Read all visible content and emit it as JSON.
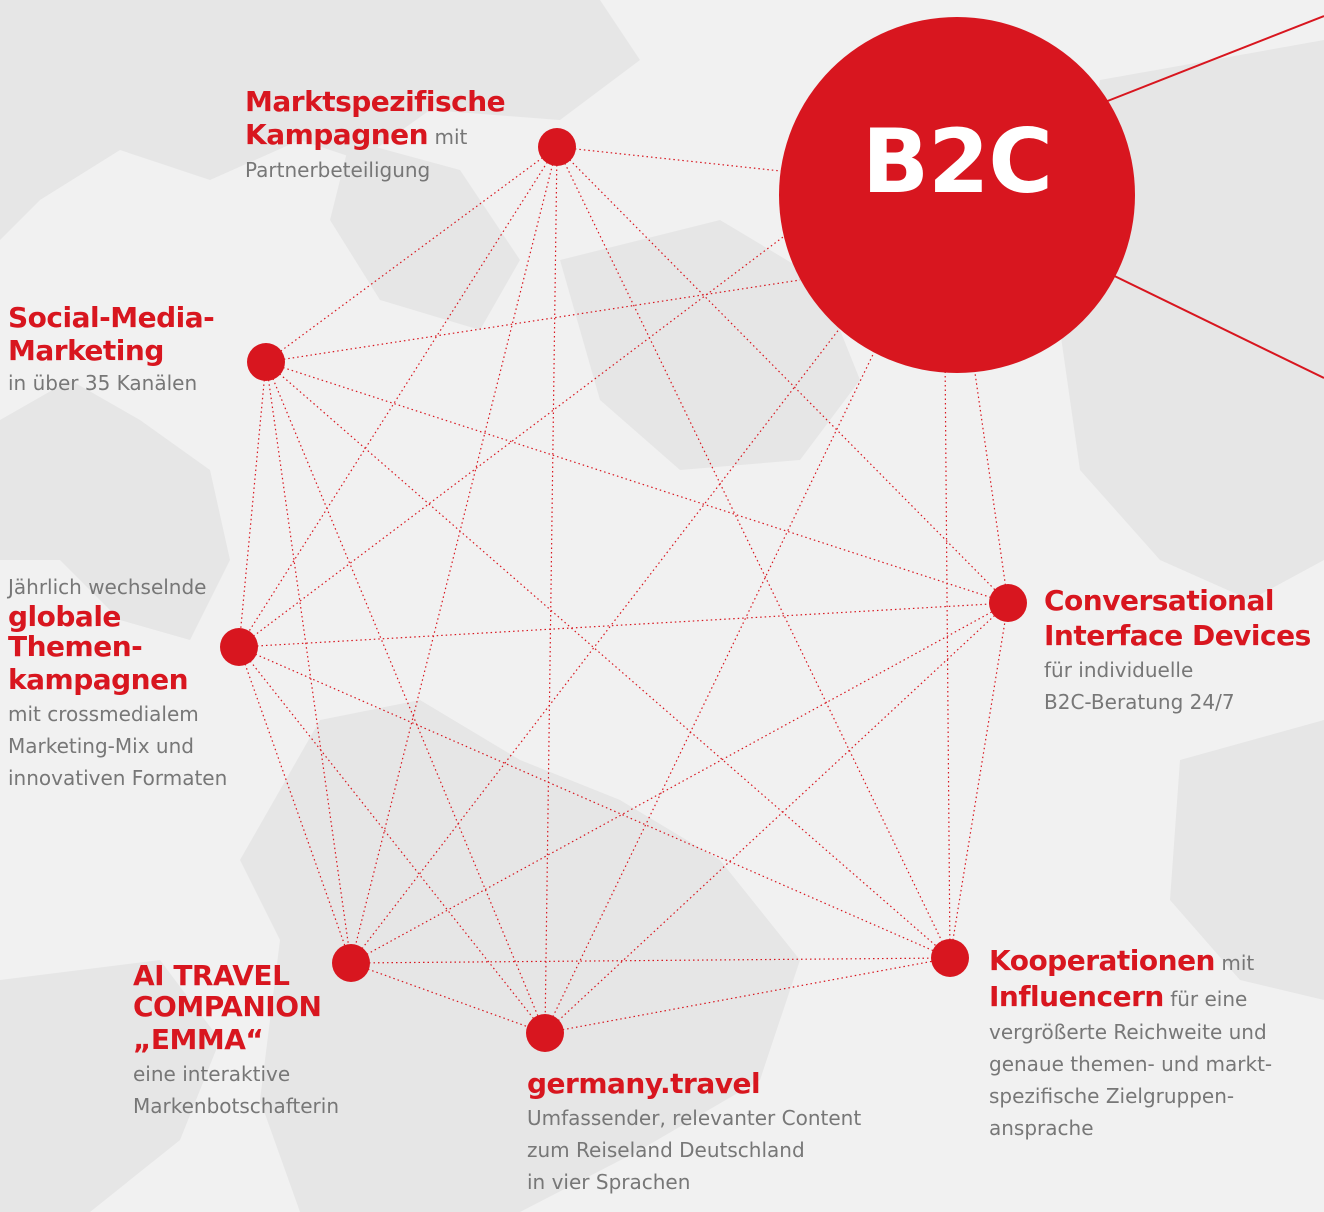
{
  "center": {
    "label": "B2C"
  },
  "nodes": {
    "markt": {
      "title_line1": "Marktspezifische",
      "title_line2": "Kampagnen",
      "title_suffix": "mit",
      "desc_lines": [
        "Partnerbeteiligung"
      ]
    },
    "social": {
      "title_line1": "Social-Media-",
      "title_line2": "Marketing",
      "desc_lines": [
        "in über 35 Kanälen"
      ]
    },
    "global": {
      "intro": "Jährlich wechselnde",
      "title_lines": [
        "globale",
        "Themen-",
        "kampagnen"
      ],
      "desc_lines": [
        "mit crossmedialem",
        "Marketing-Mix und",
        "innovativen Formaten"
      ]
    },
    "ai": {
      "title_lines": [
        "AI TRAVEL",
        "COMPANION",
        "„EMMA“"
      ],
      "desc_lines": [
        "eine interaktive",
        "Markenbotschafterin"
      ]
    },
    "germany": {
      "title": "germany.travel",
      "desc_lines": [
        "Umfassender, relevanter Content",
        "zum Reiseland Deutschland",
        "in vier Sprachen"
      ]
    },
    "koop": {
      "title_part1": "Kooperationen",
      "suffix1": "mit",
      "title_part2": "Influencern",
      "suffix2": "für eine",
      "desc_lines": [
        "vergrößerte Reichweite und",
        "genaue themen- und markt-",
        "spezifische Zielgruppen-",
        "ansprache"
      ]
    },
    "conv": {
      "title_line1": "Conversational",
      "title_line2": "Interface Devices",
      "desc_lines": [
        "für individuelle",
        "B2C-Beratung 24/7"
      ]
    }
  },
  "colors": {
    "accent": "#d8161f",
    "text_gray": "#777777",
    "background": "#f1f1f1"
  }
}
